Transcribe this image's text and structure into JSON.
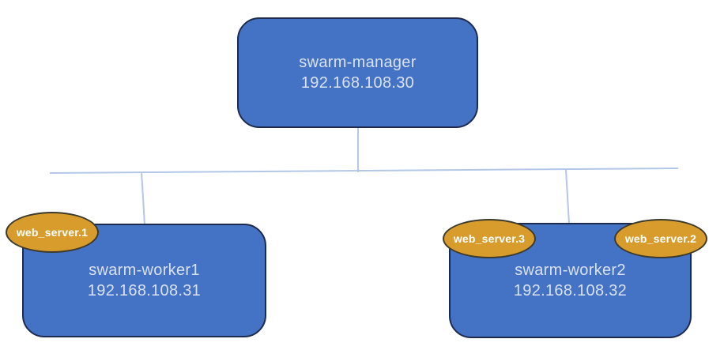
{
  "diagram": {
    "type": "cluster-topology",
    "nodes": {
      "manager": {
        "name": "swarm-manager",
        "ip": "192.168.108.30"
      },
      "worker1": {
        "name": "swarm-worker1",
        "ip": "192.168.108.31"
      },
      "worker2": {
        "name": "swarm-worker2",
        "ip": "192.168.108.32"
      }
    },
    "services": {
      "s1": {
        "label": "web_server.1",
        "host": "swarm-worker1"
      },
      "s2": {
        "label": "web_server.2",
        "host": "swarm-worker2"
      },
      "s3": {
        "label": "web_server.3",
        "host": "swarm-worker2"
      }
    },
    "connections": [
      {
        "from": "swarm-manager",
        "to": "swarm-worker1"
      },
      {
        "from": "swarm-manager",
        "to": "swarm-worker2"
      }
    ],
    "colors": {
      "node_fill": "#4472C4",
      "node_border": "#1E2B4F",
      "node_text": "#D9E2F3",
      "service_fill": "#D79C2B",
      "service_border": "#3D3A2E",
      "service_text": "#FFFFFF",
      "connector": "#B4C7E7",
      "background": "#FFFFFF"
    }
  }
}
